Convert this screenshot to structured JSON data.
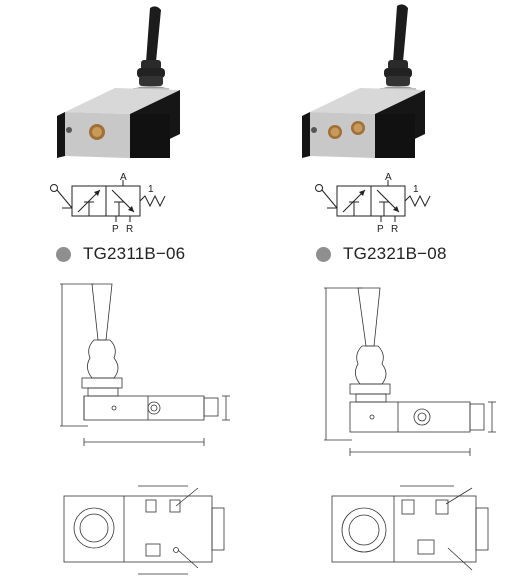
{
  "products": [
    {
      "model": "TG2311B−06",
      "symbol": {
        "port_a": "A",
        "port_p": "P",
        "port_r": "R",
        "spring_num": "1"
      }
    },
    {
      "model": "TG2321B−08",
      "symbol": {
        "port_a": "A",
        "port_p": "P",
        "port_r": "R",
        "spring_num": "1"
      }
    }
  ],
  "colors": {
    "bullet": "#8f8f8f",
    "body_gray": "#c8c8c8",
    "handle": "#1a1a1a",
    "brass": "#c89a5a"
  }
}
